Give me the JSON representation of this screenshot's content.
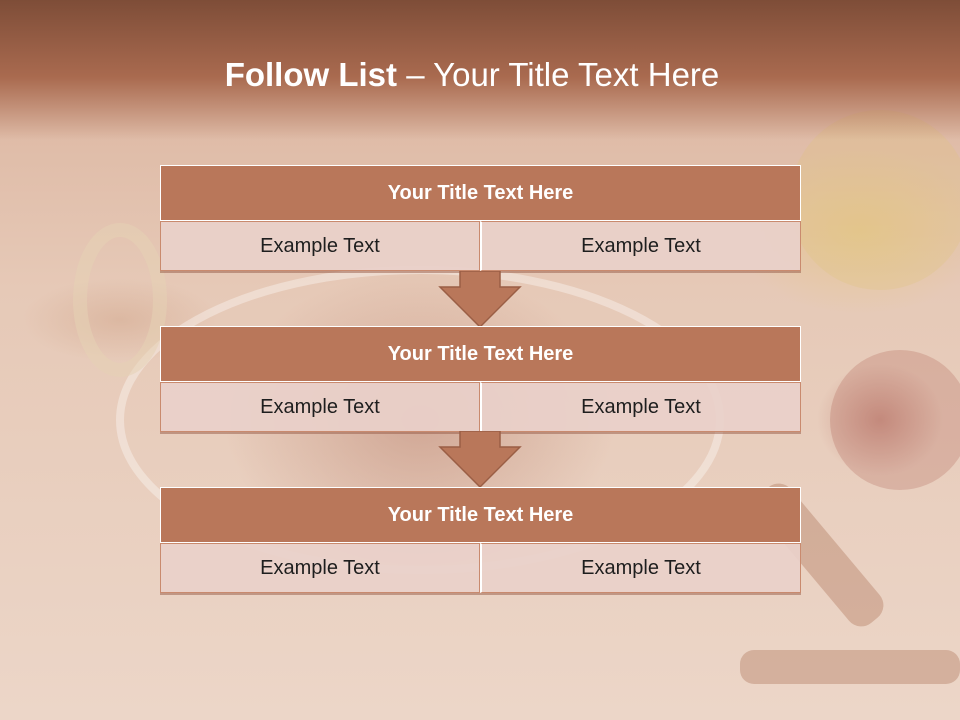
{
  "slide": {
    "title_bold": "Follow List ",
    "title_rest": " – Your Title Text Here"
  },
  "steps": [
    {
      "title": "Your Title Text Here",
      "left": "Example Text",
      "right": "Example Text"
    },
    {
      "title": "Your Title Text Here",
      "left": "Example Text",
      "right": "Example Text"
    },
    {
      "title": "Your Title Text Here",
      "left": "Example Text",
      "right": "Example Text"
    }
  ],
  "colors": {
    "header": "#a96a4f",
    "box_title": "#b9775a",
    "box_cell": "#e9d0ca",
    "arrow": "#b9775a"
  }
}
